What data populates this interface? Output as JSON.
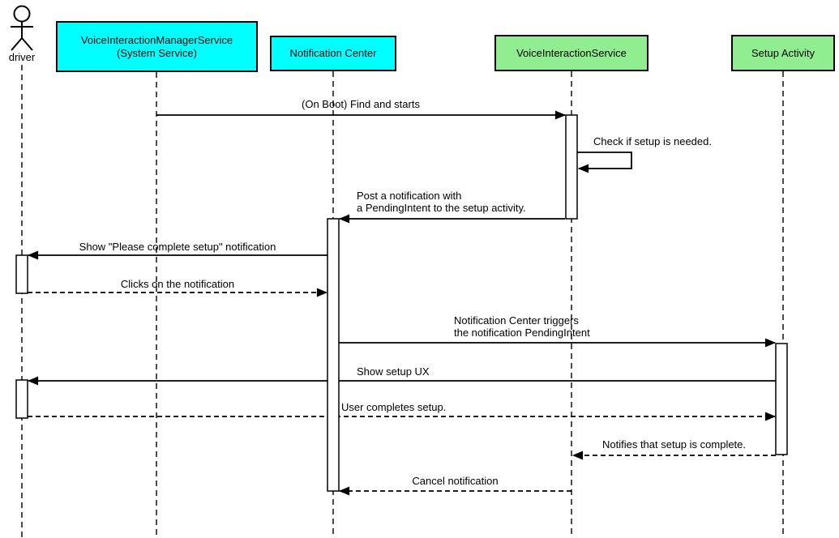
{
  "diagram_type": "uml-sequence-diagram",
  "colors": {
    "system_participant": "#00ffff",
    "service_participant": "#90ee90",
    "line": "#000000",
    "background": "#ffffff"
  },
  "actor": {
    "label": "driver"
  },
  "participants": [
    {
      "id": "vims",
      "label": "VoiceInteractionManagerService\n(System Service)",
      "color": "#00ffff"
    },
    {
      "id": "notification-center",
      "label": "Notification Center",
      "color": "#00ffff"
    },
    {
      "id": "voice-interaction-service",
      "label": "VoiceInteractionService",
      "color": "#90ee90"
    },
    {
      "id": "setup-activity",
      "label": "Setup Activity",
      "color": "#90ee90"
    }
  ],
  "messages": [
    {
      "text": "(On Boot) Find and starts",
      "from": "VoiceInteractionManagerService (System Service)",
      "to": "VoiceInteractionService",
      "style": "solid"
    },
    {
      "text": "Check if setup is needed.",
      "from": "VoiceInteractionService",
      "to": "VoiceInteractionService",
      "style": "self-message"
    },
    {
      "text": "Post a notification with\na PendingIntent to the setup activity.",
      "from": "VoiceInteractionService",
      "to": "Notification Center",
      "style": "solid"
    },
    {
      "text": "Show \"Please complete setup\" notification",
      "from": "Notification Center",
      "to": "driver",
      "style": "solid"
    },
    {
      "text": "Clicks on the notification",
      "from": "driver",
      "to": "Notification Center",
      "style": "dashed"
    },
    {
      "text": "Notification Center triggers\nthe notification PendingIntent",
      "from": "Notification Center",
      "to": "Setup Activity",
      "style": "solid"
    },
    {
      "text": "Show setup UX",
      "from": "Setup Activity",
      "to": "driver",
      "style": "solid"
    },
    {
      "text": "User completes setup.",
      "from": "driver",
      "to": "Setup Activity",
      "style": "dashed"
    },
    {
      "text": "Notifies that setup is complete.",
      "from": "Setup Activity",
      "to": "VoiceInteractionService",
      "style": "dashed"
    },
    {
      "text": "Cancel notification",
      "from": "VoiceInteractionService",
      "to": "Notification Center",
      "style": "dashed"
    }
  ]
}
